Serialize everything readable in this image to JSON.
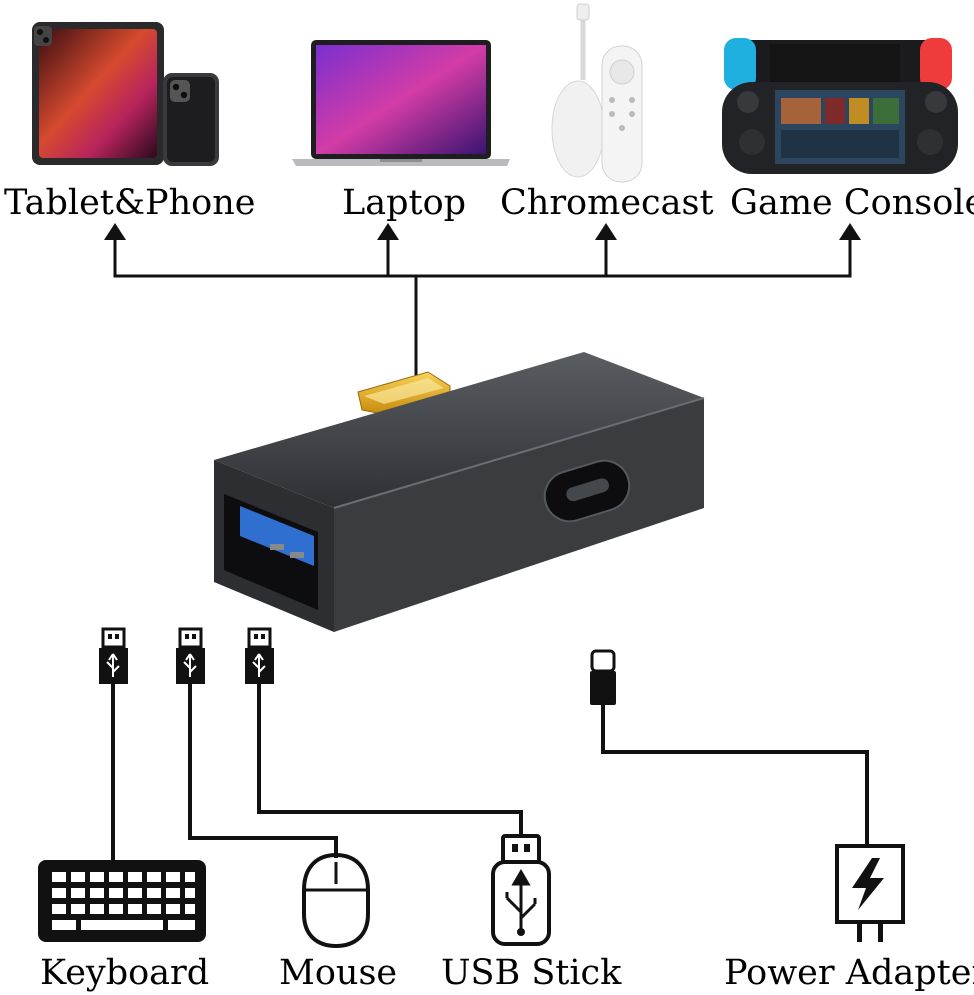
{
  "devices": {
    "tablet_phone": "Tablet&Phone",
    "laptop": "Laptop",
    "chromecast": "Chromecast",
    "game_console": "Game Console"
  },
  "peripherals": {
    "keyboard": "Keyboard",
    "mouse": "Mouse",
    "usb_stick": "USB Stick",
    "power_adapter": "Power Adapter"
  },
  "colors": {
    "line": "#111111",
    "adapter_body": "#3a3c40",
    "connector_gold": "#e9b21a",
    "usb_blue": "#2f6fd0"
  }
}
